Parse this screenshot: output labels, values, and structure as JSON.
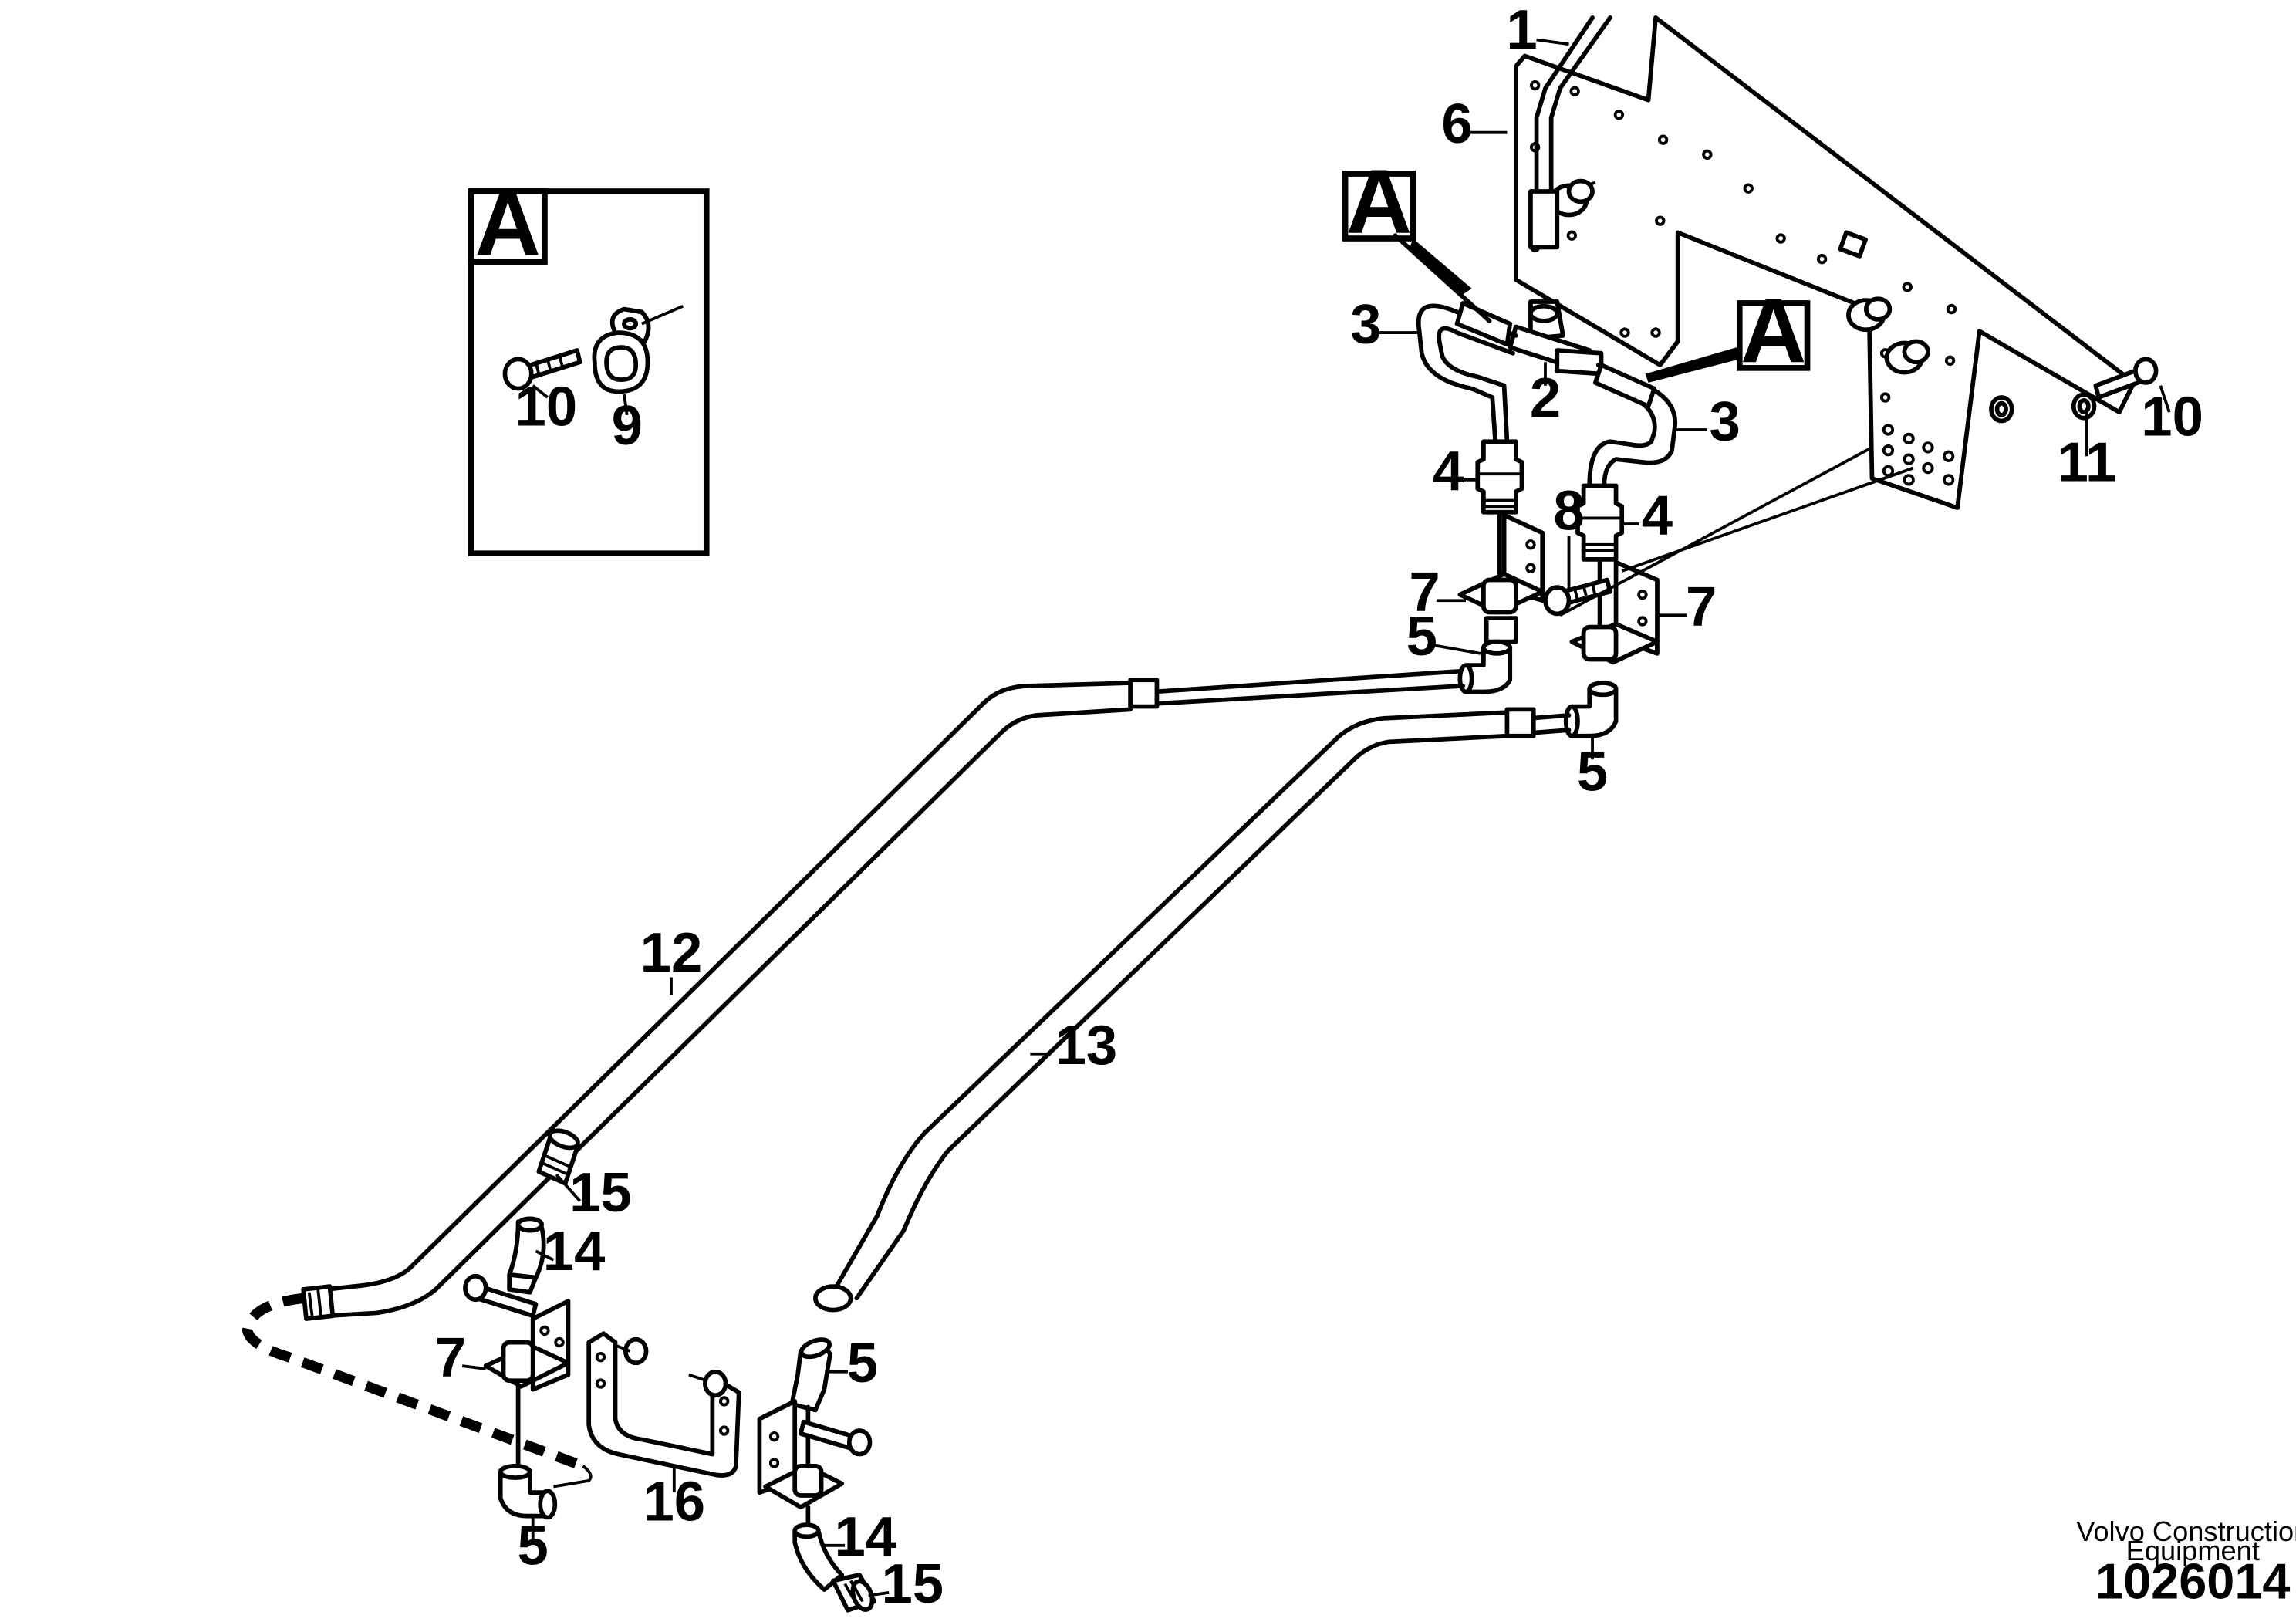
{
  "callouts": {
    "c1": "1",
    "c2": "2",
    "c3a": "3",
    "c3b": "3",
    "c4a": "4",
    "c4b": "4",
    "c5a": "5",
    "c5b": "5",
    "c5c": "5",
    "c5d": "5",
    "c6": "6",
    "c7a": "7",
    "c7b": "7",
    "c7c": "7",
    "c8": "8",
    "c9": "9",
    "c10a": "10",
    "c10b": "10",
    "c11": "11",
    "c12": "12",
    "c13": "13",
    "c14a": "14",
    "c14b": "14",
    "c15a": "15",
    "c15b": "15",
    "c16": "16"
  },
  "detail": {
    "letter": "A"
  },
  "refs": {
    "ref_a1": "A",
    "ref_a2": "A"
  },
  "footer": {
    "brand_line1": "Volvo Construction",
    "brand_line2": "Equipment",
    "drawing_number": "1026014"
  }
}
